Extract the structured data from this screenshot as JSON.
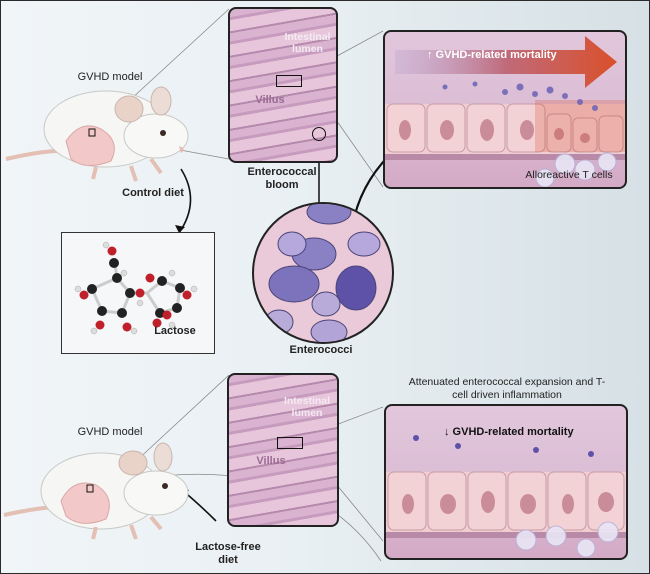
{
  "top_row": {
    "model_label": "GVHD model",
    "diet_label": "Control diet",
    "molecule_label": "Lactose",
    "intestine": {
      "lumen_label": "Intestinal lumen",
      "villus_label": "Villus",
      "caption": "Enterococcal bloom"
    },
    "magnified_label": "Enterococci",
    "cell_panel": {
      "mortality_label": "↑ GVHD-related mortality",
      "tcell_label": "Alloreactive T cells"
    }
  },
  "bottom_row": {
    "model_label": "GVHD model",
    "diet_label": "Lactose-free diet",
    "intestine": {
      "lumen_label": "Intestinal lumen",
      "villus_label": "Villus"
    },
    "outcome_label": "Attenuated enterococcal expansion and T-cell driven inflammation",
    "cell_panel": {
      "mortality_label": "↓ GVHD-related mortality"
    }
  },
  "colors": {
    "arrow_red": "#d9502b",
    "arrow_purple": "#9a7bb8",
    "tissue_pink": "#d9b3cf",
    "bacteria_blue": "#5d52a8"
  }
}
